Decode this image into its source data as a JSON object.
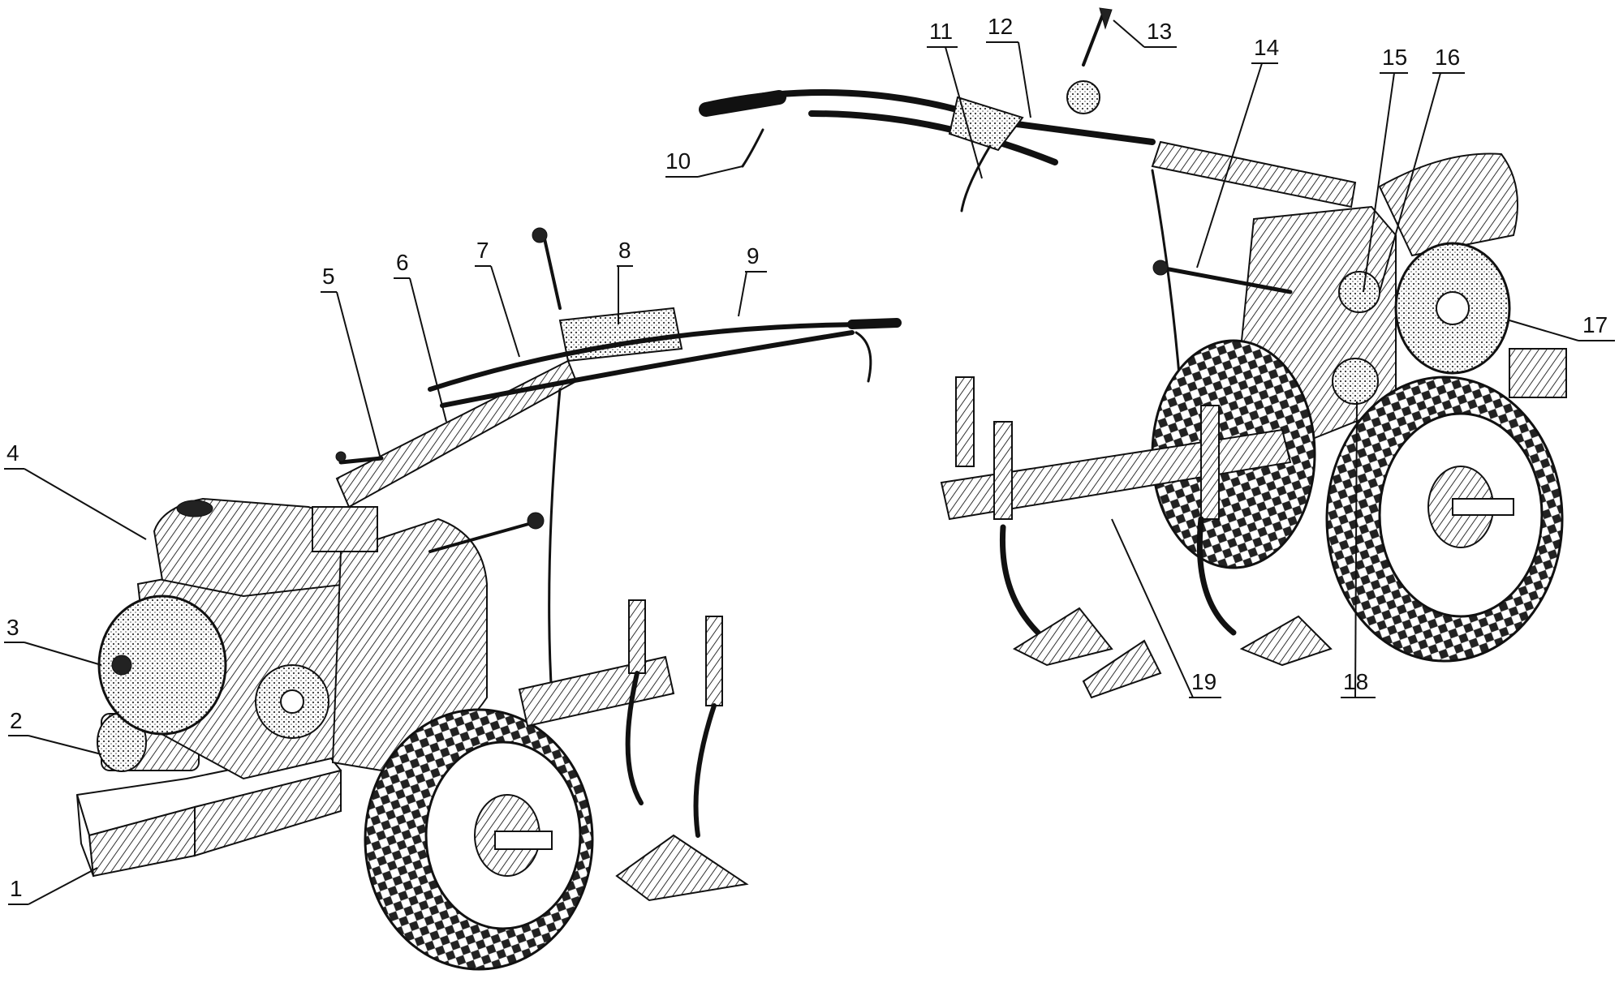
{
  "figure": {
    "labels": [
      "1",
      "2",
      "3",
      "4",
      "5",
      "6",
      "7",
      "8",
      "9",
      "10",
      "11",
      "12",
      "13",
      "14",
      "15",
      "16",
      "17",
      "18",
      "19"
    ],
    "colors": {
      "ink": "#111111",
      "paper": "#ffffff",
      "hatch": "#555555"
    }
  }
}
